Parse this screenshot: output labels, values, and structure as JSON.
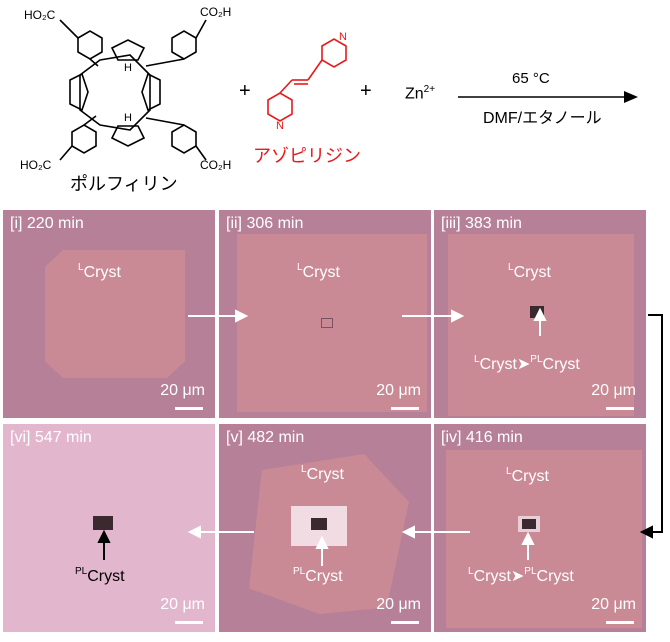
{
  "scheme": {
    "porphyrin_label": "ポルフィリン",
    "azopyridine_label": "アゾピリジン",
    "plus": "+",
    "zn_base": "Zn",
    "zn_charge": "2+",
    "temperature": "65 °C",
    "solvent": "DMF/エタノール",
    "co2h": "CO₂H",
    "ho2c": "HO₂C",
    "nh": "H",
    "n": "N",
    "colors": {
      "azopyridine": "#e8191b",
      "bond": "#000000"
    }
  },
  "panels": [
    {
      "title": "[i] 220 min",
      "label": "Cryst",
      "label_sup": "L",
      "scale": "20 μm"
    },
    {
      "title": "[ii] 306 min",
      "label": "Cryst",
      "label_sup": "L",
      "scale": "20 μm"
    },
    {
      "title": "[iii] 383 min",
      "label": "Cryst",
      "label_sup": "L",
      "transition_from": "Cryst",
      "transition_from_sup": "L",
      "transition_to": "Cryst",
      "transition_to_sup": "PL",
      "scale": "20 μm"
    },
    {
      "title": "[iv] 416 min",
      "label": "Cryst",
      "label_sup": "L",
      "transition_from": "Cryst",
      "transition_from_sup": "L",
      "transition_to": "Cryst",
      "transition_to_sup": "PL",
      "scale": "20 μm"
    },
    {
      "title": "[v] 482 min",
      "label": "Cryst",
      "label_sup": "L",
      "bottom_label": "Cryst",
      "bottom_label_sup": "PL",
      "scale": "20 μm"
    },
    {
      "title": "[vi] 547 min",
      "bottom_label": "Cryst",
      "bottom_label_sup": "PL",
      "scale": "20 μm"
    }
  ],
  "colors": {
    "panel_bg_dark": "#b37a93",
    "panel_bg_light": "#e2b7cd",
    "crystal": "#c98a95",
    "pl_crystal": "#3a2a2f"
  }
}
